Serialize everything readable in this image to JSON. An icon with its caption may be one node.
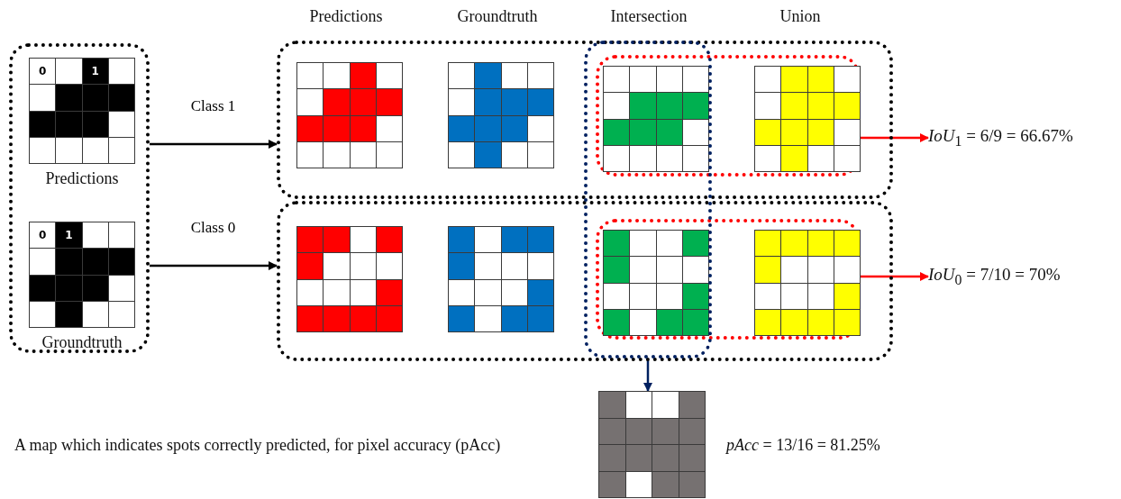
{
  "diagram": {
    "nodes": [
      {
        "text": [],
        "shape": "box"
      },
      {
        "text": [
          "0",
          "1"
        ],
        "in": 0,
        "beside": [
          "Predictions"
        ]
      },
      {
        "text": [
          "0",
          "1"
        ],
        "in": 0,
        "beside": [
          "Groundtruth"
        ]
      },
      {
        "text": [],
        "shape": "box"
      },
      {
        "text": [],
        "shape": "grid",
        "in": 3
      },
      {
        "text": [],
        "shape": "grid",
        "in": 3
      },
      {
        "text": [],
        "shape": "box",
        "in": 3
      },
      {
        "text": [],
        "shape": "grid"
      },
      {
        "text": [],
        "shape": "grid",
        "in": 6
      },
      {
        "text": [],
        "shape": "box"
      },
      {
        "text": [],
        "shape": "grid",
        "in": 9
      },
      {
        "text": [],
        "shape": "grid",
        "in": 9
      },
      {
        "text": [],
        "shape": "box",
        "in": 9
      },
      {
        "text": [],
        "shape": "grid"
      },
      {
        "text": [],
        "shape": "grid",
        "in": 12
      },
      {
        "text": [],
        "shape": "box"
      },
      {
        "text": [],
        "shape": "grid"
      },
      {
        "text": [
          "*IoU*$_{1}$ = 6/9 = 66.67%"
        ]
      },
      {
        "text": [
          "*IoU*$_{0}$ = 7/10 = 70%"
        ]
      }
    ],
    "edges": [
      {
        "from": 0,
        "to": 3,
        "arrow": "to",
        "label": "Class 1"
      },
      {
        "from": 0,
        "to": 9,
        "arrow": "to",
        "label": "Class 0"
      },
      {
        "from": 6,
        "to": 17,
        "arrow": "to",
        "color": "#ff0000"
      },
      {
        "from": 12,
        "to": 18,
        "arrow": "to",
        "color": "#ff0000"
      },
      {
        "from": 15,
        "to": 16,
        "arrow": "to",
        "color": "#002060"
      }
    ],
    "labels": [
      "Predictions",
      "Groundtruth",
      "Intersection",
      "Union",
      "A map which indicates spots correctly predicted, for pixel accuracy (pAcc)",
      "*pAcc* = 13/16 = 81.25%"
    ]
  }
}
